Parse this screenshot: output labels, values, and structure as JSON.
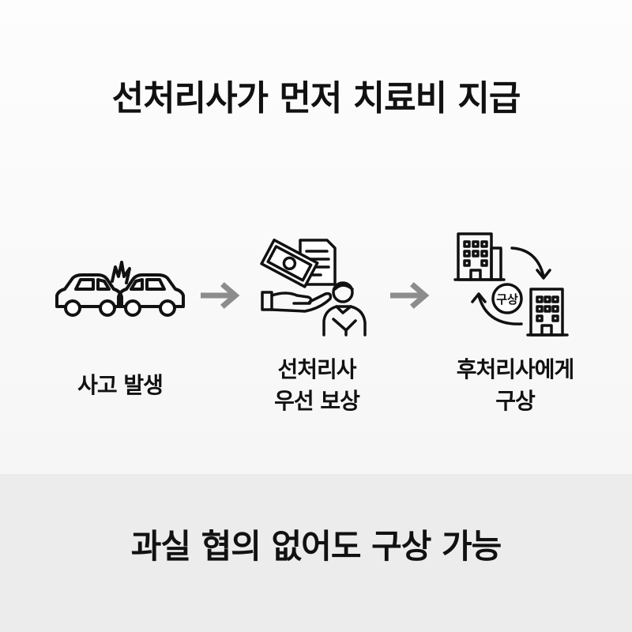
{
  "title": "선처리사가 먼저 치료비 지급",
  "steps": [
    {
      "lines": [
        "사고 발생"
      ],
      "icon": "car-crash-icon"
    },
    {
      "lines": [
        "선처리사",
        "우선 보상"
      ],
      "icon": "money-hand-injured-person-icon"
    },
    {
      "lines": [
        "후처리사에게",
        "구상"
      ],
      "icon": "buildings-exchange-icon",
      "icon_badge": "구상"
    }
  ],
  "footer": "과실 협의 없어도 구상 가능",
  "colors": {
    "arrow": "#8c8c8c",
    "bottom_bg": "#ececec",
    "text": "#111111"
  }
}
